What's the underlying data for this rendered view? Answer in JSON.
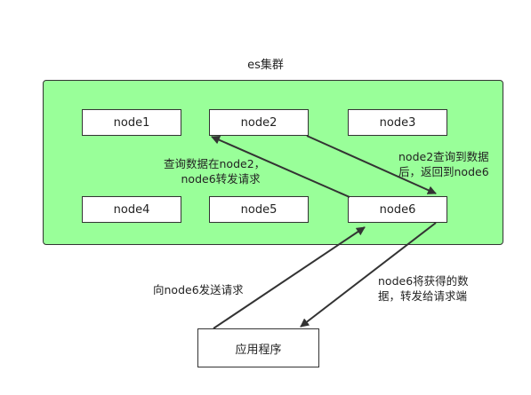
{
  "diagram": {
    "cluster_title": "es集群",
    "nodes": [
      "node1",
      "node2",
      "node3",
      "node4",
      "node5",
      "node6"
    ],
    "app_label": "应用程序",
    "annotations": {
      "query_data": [
        "查询数据在node2，",
        "node6转发请求"
      ],
      "node2_return": [
        "node2查询到数据",
        "后，返回到node6"
      ],
      "send_request": "向node6发送请求",
      "forward_result": [
        "node6将获得的数",
        "据，转发给请求端"
      ]
    },
    "colors": {
      "cluster_fill": "#99ff99",
      "border": "#333333",
      "node_fill": "#ffffff"
    }
  }
}
